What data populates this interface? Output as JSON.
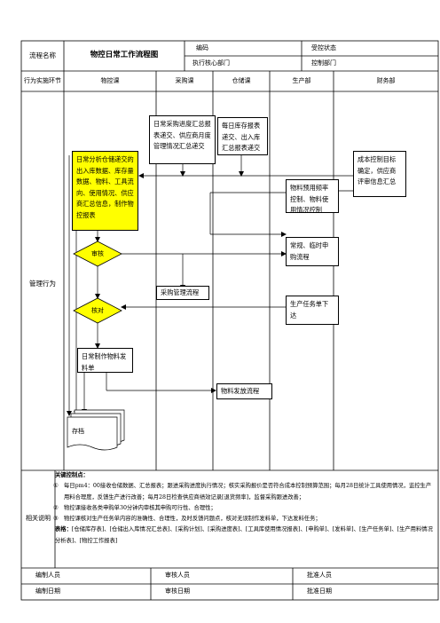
{
  "header": {
    "process_name_label": "流程名称",
    "title": "物控日常工作流程图",
    "code_label": "编码",
    "controlled_status_label": "受控状态",
    "exec_dept_label": "执行核心部门",
    "control_dept_label": "控制部门"
  },
  "lanes": {
    "row_label": "行为实施环节",
    "columns": [
      "物控课",
      "采购课",
      "仓储课",
      "生产部",
      "财务部"
    ]
  },
  "main": {
    "row_label": "管理行为",
    "nodes": {
      "daily_analysis": "日常分析仓储递交的出入库数据、库存量数据、物料、工具流向、使用情况、供应商汇总信息，制作物控报表",
      "purchase_summary": "日常采购进度汇总报表递交、供应商月度管理情况汇总递交",
      "warehouse_summary": "每日库存报表递交、出入库汇总报表递交",
      "cost_control": "成本控制目标确定，供应商评审信息汇总",
      "material_freq": "物料预用频率控制、物料使用情况控制",
      "review": "审核",
      "urgent_purchase": "常规、临时申购流程",
      "purchase_mgmt": "采购管理流程",
      "check": "核对",
      "production_task": "生产任务单下达",
      "material_issue_form": "日常制作物料发料单",
      "material_issue_flow": "物料发放流程",
      "archive": "存档"
    }
  },
  "notes": {
    "row_label": "相关说明",
    "key_points_title": "关键控制点：",
    "items": [
      {
        "num": "①",
        "text": "每日pm4：00接收仓储数据、汇总报表；跟进采购进度执行情况；核实采购报价是否符合成本控制预算范围；每月28日统计工具使用情况，监控生产用料合理度，反馈生产进行改善；每月28日检查供应商绩效记录[退货频率]，监督采购跟进改善；"
      },
      {
        "num": "②",
        "text": "物控课接收各类申购单30分钟内审核其申购可行性、合理性；"
      },
      {
        "num": "③",
        "text": "物控课核对生产任务单内容的准确性、合理性，及时反馈问题点，核对无误制作发料单，下达发料任务；"
      }
    ],
    "forms_label": "表格：",
    "forms_text": "[仓储库存表]、[仓储出入库情况汇总表]、[采购计划]、[采购进度表]、[工具库使用情况报表]、[申购单]、[发料单]、[生产任务单]、[生产用料情况分析表]、[物控工作报表]"
  },
  "footer": {
    "prepared_by": "编制人员",
    "reviewed_by": "审核人员",
    "approved_by": "批准人员",
    "prepared_date": "编制日期",
    "reviewed_date": "审核日期",
    "approved_date": "批准日期"
  }
}
